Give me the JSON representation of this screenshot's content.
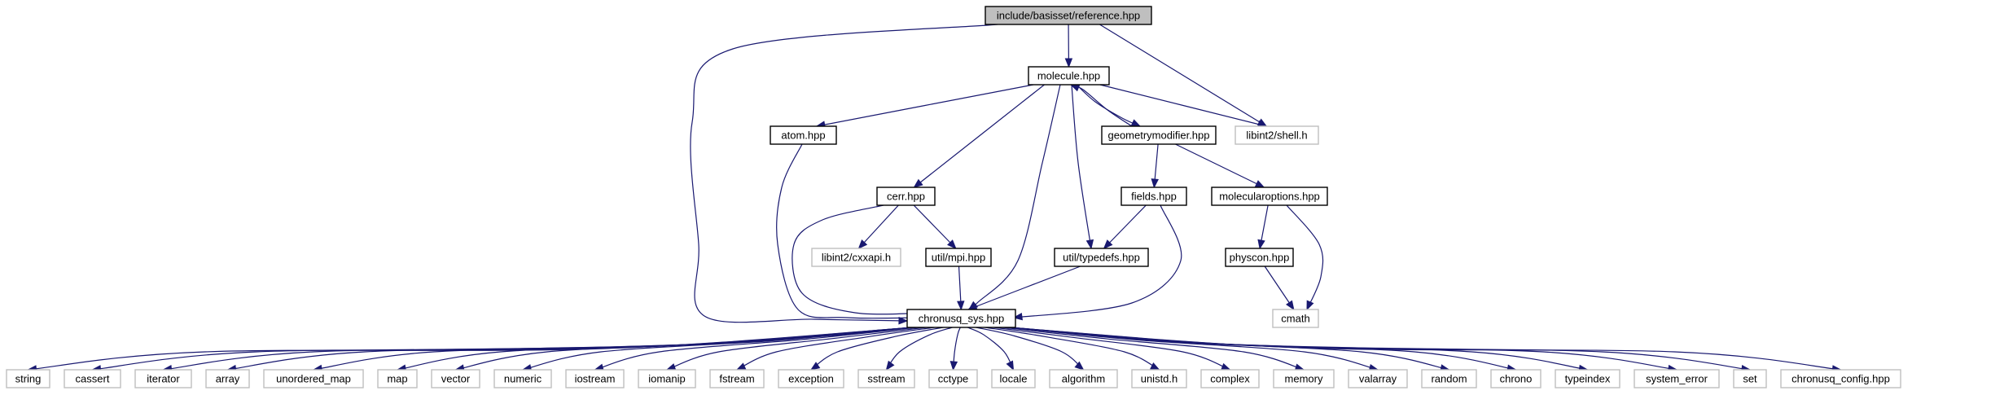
{
  "diagram": {
    "title": "",
    "colors": {
      "edge": "#191970",
      "root_fill": "#bfbfbf",
      "root_border": "#000000",
      "local_border": "#000000",
      "external_border": "#bfbfbf",
      "background": "#ffffff"
    },
    "nodes": [
      {
        "id": "reference",
        "label": "include/basisset/reference.hpp",
        "kind": "root"
      },
      {
        "id": "molecule",
        "label": "molecule.hpp",
        "kind": "local"
      },
      {
        "id": "libint_shell",
        "label": "libint2/shell.h",
        "kind": "external"
      },
      {
        "id": "atom",
        "label": "atom.hpp",
        "kind": "local"
      },
      {
        "id": "geometrymodifier",
        "label": "geometrymodifier.hpp",
        "kind": "local"
      },
      {
        "id": "cerr",
        "label": "cerr.hpp",
        "kind": "local"
      },
      {
        "id": "fields",
        "label": "fields.hpp",
        "kind": "local"
      },
      {
        "id": "molecularoptions",
        "label": "molecularoptions.hpp",
        "kind": "local"
      },
      {
        "id": "libint_cxxapi",
        "label": "libint2/cxxapi.h",
        "kind": "external"
      },
      {
        "id": "mpi",
        "label": "util/mpi.hpp",
        "kind": "local"
      },
      {
        "id": "typedefs",
        "label": "util/typedefs.hpp",
        "kind": "local"
      },
      {
        "id": "physcon",
        "label": "physcon.hpp",
        "kind": "local"
      },
      {
        "id": "cmath",
        "label": "cmath",
        "kind": "external"
      },
      {
        "id": "chronusq_sys",
        "label": "chronusq_sys.hpp",
        "kind": "local"
      },
      {
        "id": "string",
        "label": "string",
        "kind": "external"
      },
      {
        "id": "cassert",
        "label": "cassert",
        "kind": "external"
      },
      {
        "id": "iterator",
        "label": "iterator",
        "kind": "external"
      },
      {
        "id": "array",
        "label": "array",
        "kind": "external"
      },
      {
        "id": "unordered_map",
        "label": "unordered_map",
        "kind": "external"
      },
      {
        "id": "map",
        "label": "map",
        "kind": "external"
      },
      {
        "id": "vector",
        "label": "vector",
        "kind": "external"
      },
      {
        "id": "numeric",
        "label": "numeric",
        "kind": "external"
      },
      {
        "id": "iostream",
        "label": "iostream",
        "kind": "external"
      },
      {
        "id": "iomanip",
        "label": "iomanip",
        "kind": "external"
      },
      {
        "id": "fstream",
        "label": "fstream",
        "kind": "external"
      },
      {
        "id": "exception",
        "label": "exception",
        "kind": "external"
      },
      {
        "id": "sstream",
        "label": "sstream",
        "kind": "external"
      },
      {
        "id": "cctype",
        "label": "cctype",
        "kind": "external"
      },
      {
        "id": "locale",
        "label": "locale",
        "kind": "external"
      },
      {
        "id": "algorithm",
        "label": "algorithm",
        "kind": "external"
      },
      {
        "id": "unistd",
        "label": "unistd.h",
        "kind": "external"
      },
      {
        "id": "complex",
        "label": "complex",
        "kind": "external"
      },
      {
        "id": "memory",
        "label": "memory",
        "kind": "external"
      },
      {
        "id": "valarray",
        "label": "valarray",
        "kind": "external"
      },
      {
        "id": "random",
        "label": "random",
        "kind": "external"
      },
      {
        "id": "chrono",
        "label": "chrono",
        "kind": "external"
      },
      {
        "id": "typeindex",
        "label": "typeindex",
        "kind": "external"
      },
      {
        "id": "system_error",
        "label": "system_error",
        "kind": "external"
      },
      {
        "id": "set",
        "label": "set",
        "kind": "external"
      },
      {
        "id": "chronusq_config",
        "label": "chronusq_config.hpp",
        "kind": "external"
      }
    ],
    "edges": [
      {
        "from": "reference",
        "to": "molecule"
      },
      {
        "from": "reference",
        "to": "libint_shell"
      },
      {
        "from": "reference",
        "to": "chronusq_sys"
      },
      {
        "from": "molecule",
        "to": "atom"
      },
      {
        "from": "molecule",
        "to": "geometrymodifier"
      },
      {
        "from": "molecule",
        "to": "libint_shell"
      },
      {
        "from": "molecule",
        "to": "cerr"
      },
      {
        "from": "molecule",
        "to": "chronusq_sys"
      },
      {
        "from": "molecule",
        "to": "typedefs"
      },
      {
        "from": "geometrymodifier",
        "to": "molecule"
      },
      {
        "from": "geometrymodifier",
        "to": "fields"
      },
      {
        "from": "geometrymodifier",
        "to": "molecularoptions"
      },
      {
        "from": "atom",
        "to": "chronusq_sys"
      },
      {
        "from": "cerr",
        "to": "libint_cxxapi"
      },
      {
        "from": "cerr",
        "to": "mpi"
      },
      {
        "from": "cerr",
        "to": "chronusq_sys"
      },
      {
        "from": "mpi",
        "to": "chronusq_sys"
      },
      {
        "from": "fields",
        "to": "typedefs"
      },
      {
        "from": "fields",
        "to": "chronusq_sys"
      },
      {
        "from": "typedefs",
        "to": "chronusq_sys"
      },
      {
        "from": "molecularoptions",
        "to": "physcon"
      },
      {
        "from": "molecularoptions",
        "to": "cmath"
      },
      {
        "from": "physcon",
        "to": "cmath"
      },
      {
        "from": "chronusq_sys",
        "to": "string"
      },
      {
        "from": "chronusq_sys",
        "to": "cassert"
      },
      {
        "from": "chronusq_sys",
        "to": "iterator"
      },
      {
        "from": "chronusq_sys",
        "to": "array"
      },
      {
        "from": "chronusq_sys",
        "to": "unordered_map"
      },
      {
        "from": "chronusq_sys",
        "to": "map"
      },
      {
        "from": "chronusq_sys",
        "to": "vector"
      },
      {
        "from": "chronusq_sys",
        "to": "numeric"
      },
      {
        "from": "chronusq_sys",
        "to": "iostream"
      },
      {
        "from": "chronusq_sys",
        "to": "iomanip"
      },
      {
        "from": "chronusq_sys",
        "to": "fstream"
      },
      {
        "from": "chronusq_sys",
        "to": "exception"
      },
      {
        "from": "chronusq_sys",
        "to": "sstream"
      },
      {
        "from": "chronusq_sys",
        "to": "cctype"
      },
      {
        "from": "chronusq_sys",
        "to": "locale"
      },
      {
        "from": "chronusq_sys",
        "to": "algorithm"
      },
      {
        "from": "chronusq_sys",
        "to": "unistd"
      },
      {
        "from": "chronusq_sys",
        "to": "complex"
      },
      {
        "from": "chronusq_sys",
        "to": "memory"
      },
      {
        "from": "chronusq_sys",
        "to": "valarray"
      },
      {
        "from": "chronusq_sys",
        "to": "random"
      },
      {
        "from": "chronusq_sys",
        "to": "chrono"
      },
      {
        "from": "chronusq_sys",
        "to": "typeindex"
      },
      {
        "from": "chronusq_sys",
        "to": "system_error"
      },
      {
        "from": "chronusq_sys",
        "to": "set"
      },
      {
        "from": "chronusq_sys",
        "to": "chronusq_config"
      }
    ]
  }
}
